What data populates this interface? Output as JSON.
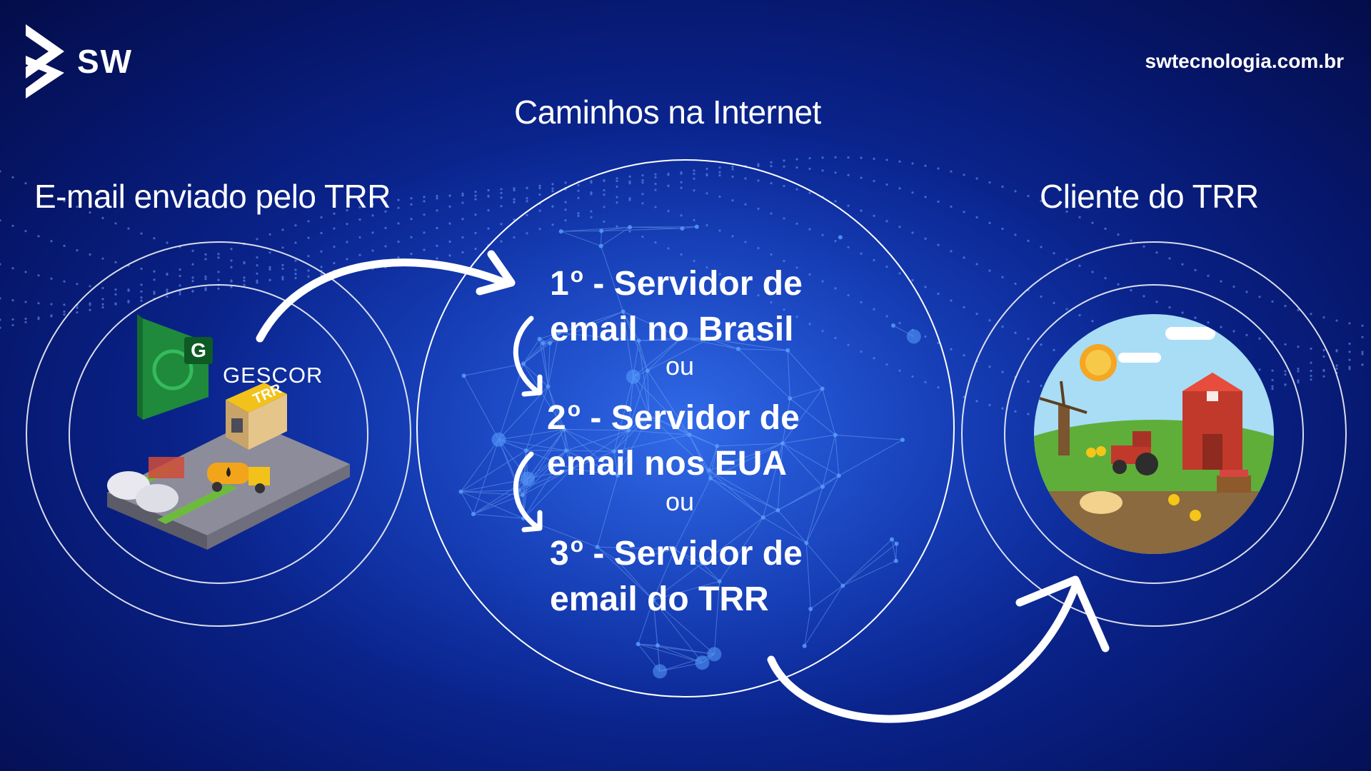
{
  "brand": {
    "logo_text": "SW",
    "website": "swtecnologia.com.br"
  },
  "headings": {
    "center": "Caminhos na Internet",
    "left": "E-mail enviado pelo TRR",
    "right": "Cliente do TRR"
  },
  "steps": [
    {
      "num": "1",
      "sup": "o",
      "line1": " - Servidor de",
      "line2": "email no Brasil"
    },
    {
      "num": "2",
      "sup": "o",
      "line1": " - Servidor de",
      "line2": "email nos EUA"
    },
    {
      "num": "3",
      "sup": "o",
      "line1": " - Servidor de",
      "line2": "email do TRR"
    }
  ],
  "separator": "ou",
  "left_illustration": {
    "app_letter": "G",
    "app_name": "ESCOR",
    "app_name_first": "G",
    "building_sign": "TRR"
  },
  "colors": {
    "background": "#0c2a9a",
    "text": "#ffffff",
    "ring": "#ffffff",
    "accent_green": "#1f8a3c"
  }
}
